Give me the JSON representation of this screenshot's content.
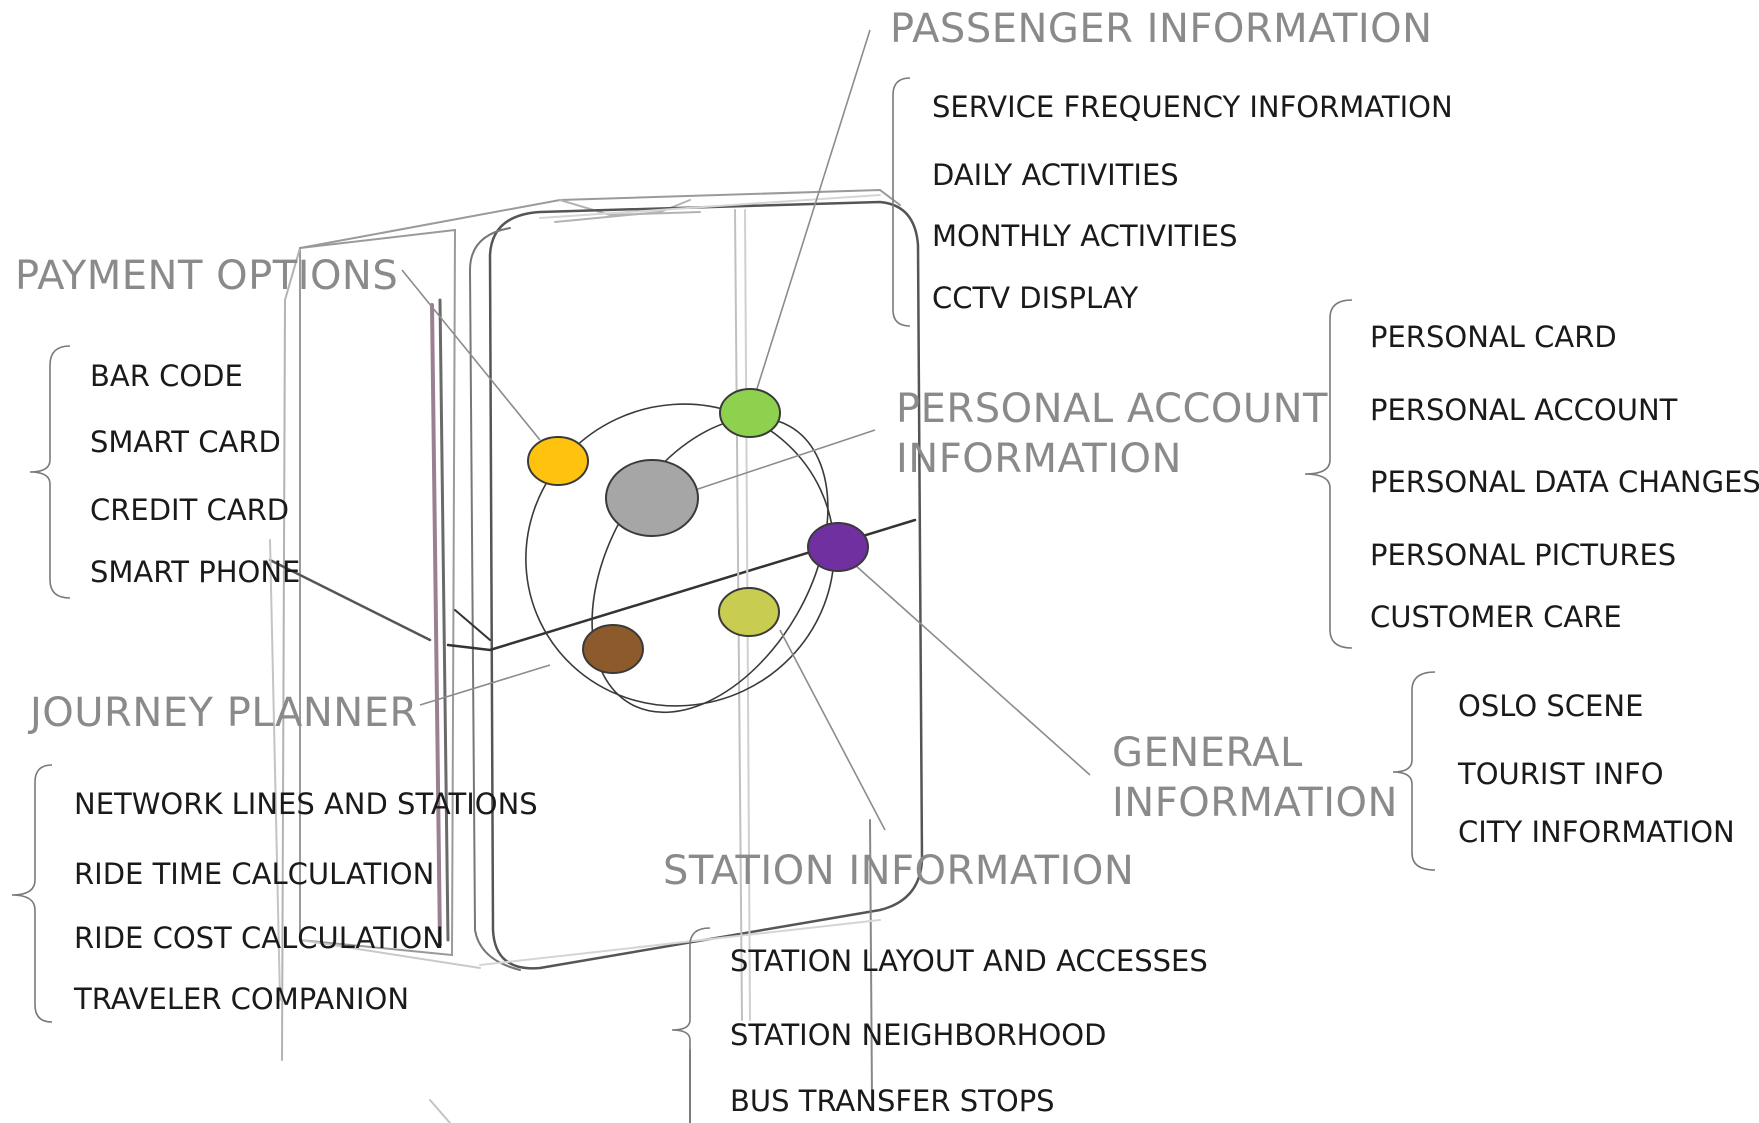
{
  "groups": {
    "passenger_information": {
      "title": "PASSENGER INFORMATION",
      "items": [
        "SERVICE FREQUENCY INFORMATION",
        "DAILY ACTIVITIES",
        "MONTHLY ACTIVITIES",
        "CCTV DISPLAY"
      ]
    },
    "payment_options": {
      "title": "PAYMENT OPTIONS",
      "items": [
        "BAR CODE",
        "SMART CARD",
        "CREDIT CARD",
        "SMART PHONE"
      ]
    },
    "personal_account_information": {
      "title_line1": "PERSONAL ACCOUNT",
      "title_line2": "INFORMATION",
      "items": [
        "PERSONAL CARD",
        "PERSONAL ACCOUNT",
        "PERSONAL DATA CHANGES",
        "PERSONAL PICTURES",
        "CUSTOMER CARE"
      ]
    },
    "journey_planner": {
      "title": "JOURNEY PLANNER",
      "items": [
        "NETWORK LINES AND STATIONS",
        "RIDE TIME CALCULATION",
        "RIDE COST CALCULATION",
        "TRAVELER COMPANION"
      ]
    },
    "general_information": {
      "title_line1": "GENERAL",
      "title_line2": "INFORMATION",
      "items": [
        "OSLO SCENE",
        "TOURIST INFO",
        "CITY INFORMATION"
      ]
    },
    "station_information": {
      "title": "STATION INFORMATION",
      "items": [
        "STATION LAYOUT AND ACCESSES",
        "STATION NEIGHBORHOOD",
        "BUS TRANSFER STOPS"
      ]
    }
  },
  "nodes": {
    "payment": "#FFC20E",
    "passenger": "#8DD14F",
    "center": "#A6A6A6",
    "personal": "#7030A0",
    "station": "#C8CC50",
    "journey": "#8C5A2B"
  }
}
